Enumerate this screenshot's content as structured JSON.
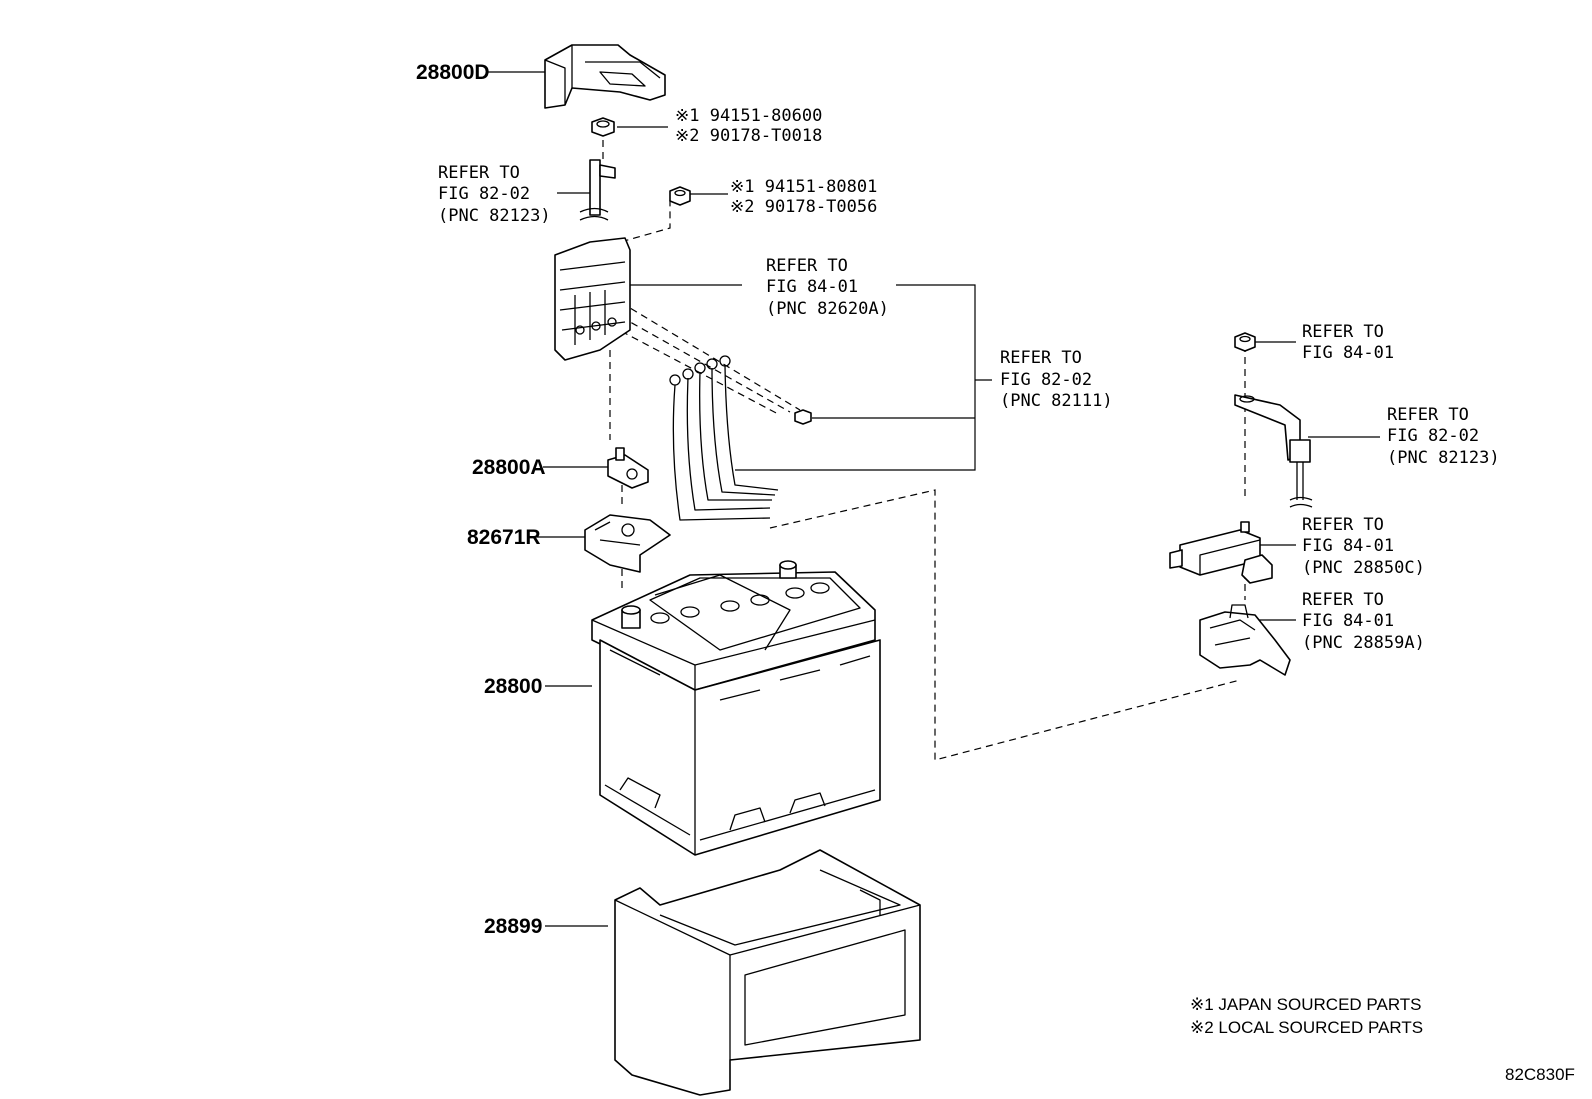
{
  "part_labels": {
    "p28800d": "28800D",
    "p28800a": "28800A",
    "p82671r": "82671R",
    "p28800": "28800",
    "p28899": "28899"
  },
  "callouts": {
    "nut_top_line1": "※1 94151-80600",
    "nut_top_line2": "※2 90178-T0018",
    "nut_mid_line1": "※1 94151-80801",
    "nut_mid_line2": "※2 90178-T0056",
    "ref_82123_l1": "REFER TO",
    "ref_82123_l2": "FIG 82-02",
    "ref_82123_l3": "(PNC 82123)",
    "ref_82620a_l1": "REFER TO",
    "ref_82620a_l2": "FIG 84-01",
    "ref_82620a_l3": "(PNC 82620A)",
    "ref_82111_l1": "REFER TO",
    "ref_82111_l2": "FIG 82-02",
    "ref_82111_l3": "(PNC 82111)",
    "ref_84_r_l1": "REFER TO",
    "ref_84_r_l2": "FIG 84-01",
    "ref_82123r_l1": "REFER TO",
    "ref_82123r_l2": "FIG 82-02",
    "ref_82123r_l3": "(PNC 82123)",
    "ref_28850c_l1": "REFER TO",
    "ref_28850c_l2": "FIG 84-01",
    "ref_28850c_l3": "(PNC 28850C)",
    "ref_28859a_l1": "REFER TO",
    "ref_28859a_l2": "FIG 84-01",
    "ref_28859a_l3": "(PNC 28859A)"
  },
  "notes": {
    "note1": "※1 JAPAN SOURCED PARTS",
    "note2": "※2 LOCAL SOURCED PARTS"
  },
  "figure_code": "82C830F"
}
